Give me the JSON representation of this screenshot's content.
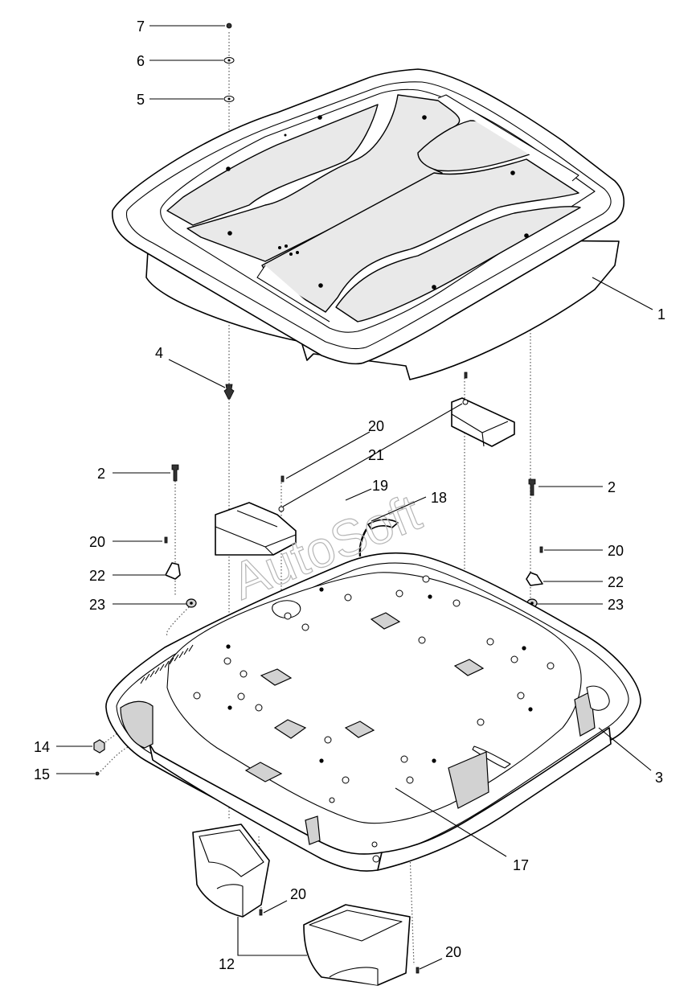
{
  "watermark": "AutoSoft",
  "callouts": {
    "c1": "1",
    "c2a": "2",
    "c2b": "2",
    "c3": "3",
    "c4": "4",
    "c5": "5",
    "c6": "6",
    "c7": "7",
    "c12": "12",
    "c14": "14",
    "c15": "15",
    "c17": "17",
    "c18": "18",
    "c19": "19",
    "c20a": "20",
    "c20b": "20",
    "c20c": "20",
    "c20d": "20",
    "c20e": "20",
    "c21": "21",
    "c22a": "22",
    "c22b": "22",
    "c23a": "23",
    "c23b": "23"
  }
}
